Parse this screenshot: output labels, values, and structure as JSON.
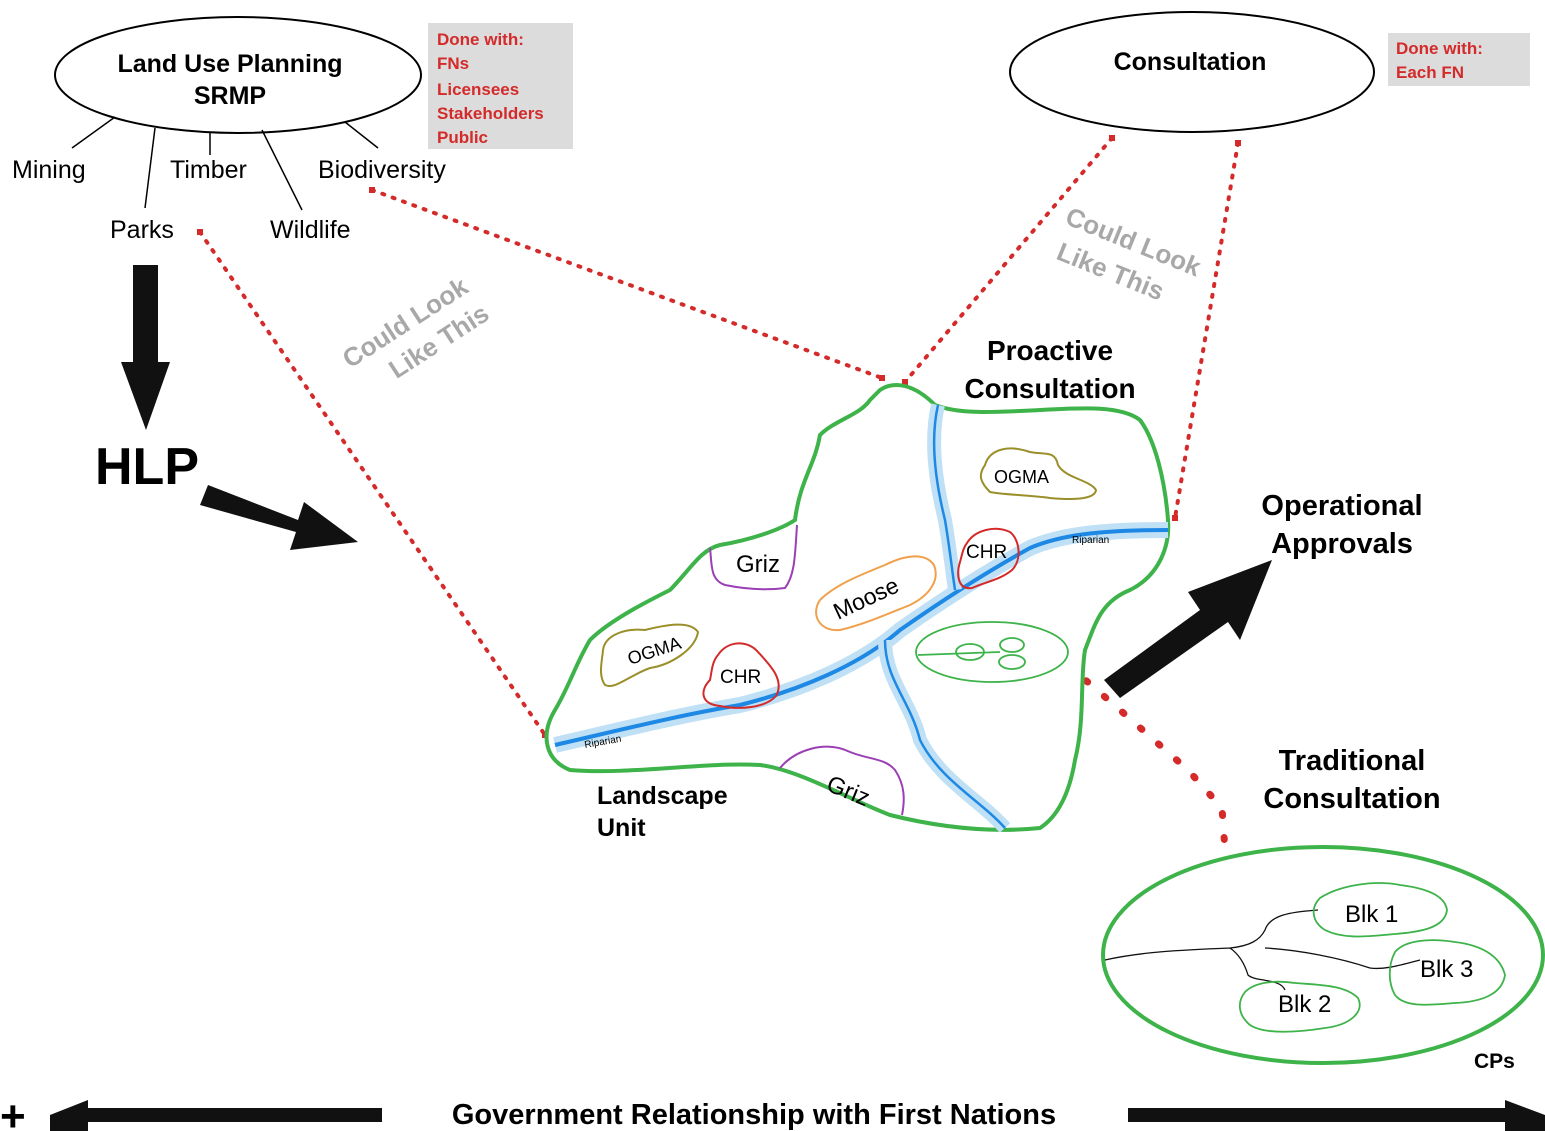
{
  "top_left": {
    "ellipse_title_line1": "Land Use Planning",
    "ellipse_title_line2": "SRMP",
    "note_lines": [
      "Done with:",
      "FNs",
      "Licensees",
      "Stakeholders",
      "Public"
    ],
    "branches": [
      "Mining",
      "Timber",
      "Biodiversity",
      "Parks",
      "Wildlife"
    ]
  },
  "hlp": "HLP",
  "could_look_left": [
    "Could Look",
    "Like This"
  ],
  "top_right": {
    "ellipse_title": "Consultation",
    "note_lines": [
      "Done with:",
      "Each FN"
    ]
  },
  "could_look_right": [
    "Could Look",
    "Like This"
  ],
  "proactive": [
    "Proactive",
    "Consultation"
  ],
  "operational": [
    "Operational",
    "Approvals"
  ],
  "traditional": [
    "Traditional",
    "Consultation"
  ],
  "landscape_unit": [
    "Landscape",
    "Unit"
  ],
  "map_labels": {
    "griz_upper": "Griz",
    "griz_lower": "Griz",
    "ogma_left": "OGMA",
    "ogma_right": "OGMA",
    "chr_left": "CHR",
    "chr_right": "CHR",
    "moose": "Moose",
    "riparian_left": "Riparian",
    "riparian_right": "Riparian"
  },
  "blocks": [
    "Blk 1",
    "Blk 2",
    "Blk 3"
  ],
  "cps": "CPs",
  "bottom": {
    "plus": "+",
    "label": "Government Relationship with First Nations"
  },
  "colors": {
    "green": "#3db34a",
    "blue": "#1e88e5",
    "light_blue": "#bfe0f5",
    "red": "#d42a2a",
    "purple": "#9b3fb5",
    "olive": "#9a8f2a",
    "orange": "#f0a04a",
    "note_bg": "#dcdcdc"
  }
}
